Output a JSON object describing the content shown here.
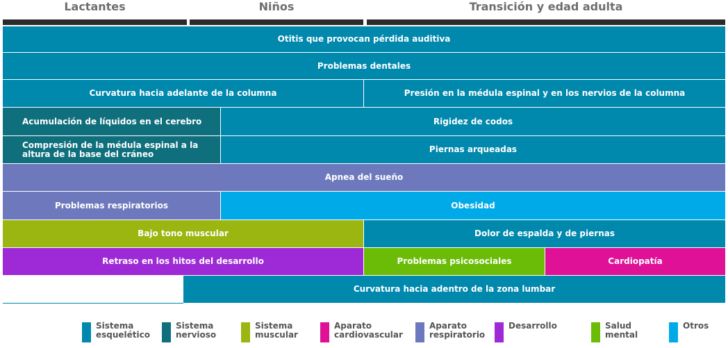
{
  "headers": [
    {
      "label": "Lactantes"
    },
    {
      "label": "Niños"
    },
    {
      "label": "Transición y edad adulta"
    }
  ],
  "categories": {
    "esqueletico": "#0088ad",
    "nervioso": "#0f6f7c",
    "muscular": "#9bb610",
    "cardiovascular": "#de1197",
    "respiratorio": "#6d79bc",
    "desarrollo": "#9d2ad6",
    "salud_mental": "#6abc07",
    "otros": "#00a9e8"
  },
  "bars": [
    {
      "label": "Otitis que provocan pérdida auditiva",
      "category": "esqueletico"
    },
    {
      "label": "Problemas dentales",
      "category": "esqueletico"
    },
    {
      "label": "Curvatura hacia adelante de la columna",
      "category": "esqueletico"
    },
    {
      "label": "Presión en la médula espinal y en los nervios de la columna",
      "category": "esqueletico"
    },
    {
      "label": "Acumulación de líquidos en el cerebro",
      "category": "nervioso"
    },
    {
      "label": "Rigidez de codos",
      "category": "esqueletico"
    },
    {
      "label": "Compresión de la médula espinal a la altura de la base del cráneo",
      "category": "nervioso"
    },
    {
      "label": "Piernas arqueadas",
      "category": "esqueletico"
    },
    {
      "label": "Apnea del sueño",
      "category": "respiratorio"
    },
    {
      "label": "Problemas respiratorios",
      "category": "respiratorio"
    },
    {
      "label": "Obesidad",
      "category": "otros"
    },
    {
      "label": "Bajo tono muscular",
      "category": "muscular"
    },
    {
      "label": "Dolor de espalda y de piernas",
      "category": "esqueletico"
    },
    {
      "label": "Retraso en los hitos del desarrollo",
      "category": "desarrollo"
    },
    {
      "label": "Problemas psicosociales",
      "category": "salud_mental"
    },
    {
      "label": "Cardiopatía",
      "category": "cardiovascular"
    },
    {
      "label": "Curvatura hacia adentro de la zona lumbar",
      "category": "esqueletico"
    }
  ],
  "legend": [
    {
      "label": "Sistema\nesquelético",
      "category": "esqueletico"
    },
    {
      "label": "Sistema\nnervioso",
      "category": "nervioso"
    },
    {
      "label": "Sistema\nmuscular",
      "category": "muscular"
    },
    {
      "label": "Aparato\ncardiovascular",
      "category": "cardiovascular"
    },
    {
      "label": "Aparato\nrespiratorio",
      "category": "respiratorio"
    },
    {
      "label": "Desarrollo",
      "category": "desarrollo"
    },
    {
      "label": "Salud\nmental",
      "category": "salud_mental"
    },
    {
      "label": "Otros",
      "category": "otros"
    }
  ]
}
